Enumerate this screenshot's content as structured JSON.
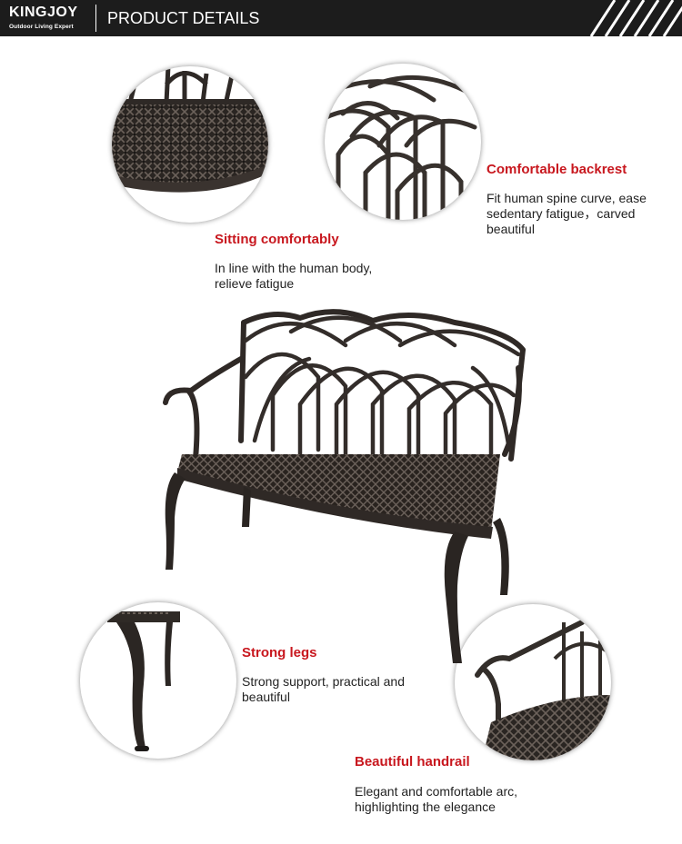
{
  "header": {
    "brand_name": "KINGJOY",
    "brand_tagline": "Outdoor Living Expert",
    "section_title": "PRODUCT DETAILS",
    "background_color": "#1c1c1c"
  },
  "accent_color": "#c8171e",
  "features": [
    {
      "title": "Comfortable backrest",
      "description": "Fit human spine curve, ease sedentary fatigue，carved beautiful"
    },
    {
      "title": "Sitting comfortably",
      "description": "In line with the human body, relieve fatigue"
    },
    {
      "title": "Strong legs",
      "description": "Strong support, practical and beautiful"
    },
    {
      "title": "Beautiful handrail",
      "description": "Elegant and comfortable arc, highlighting the elegance"
    }
  ]
}
